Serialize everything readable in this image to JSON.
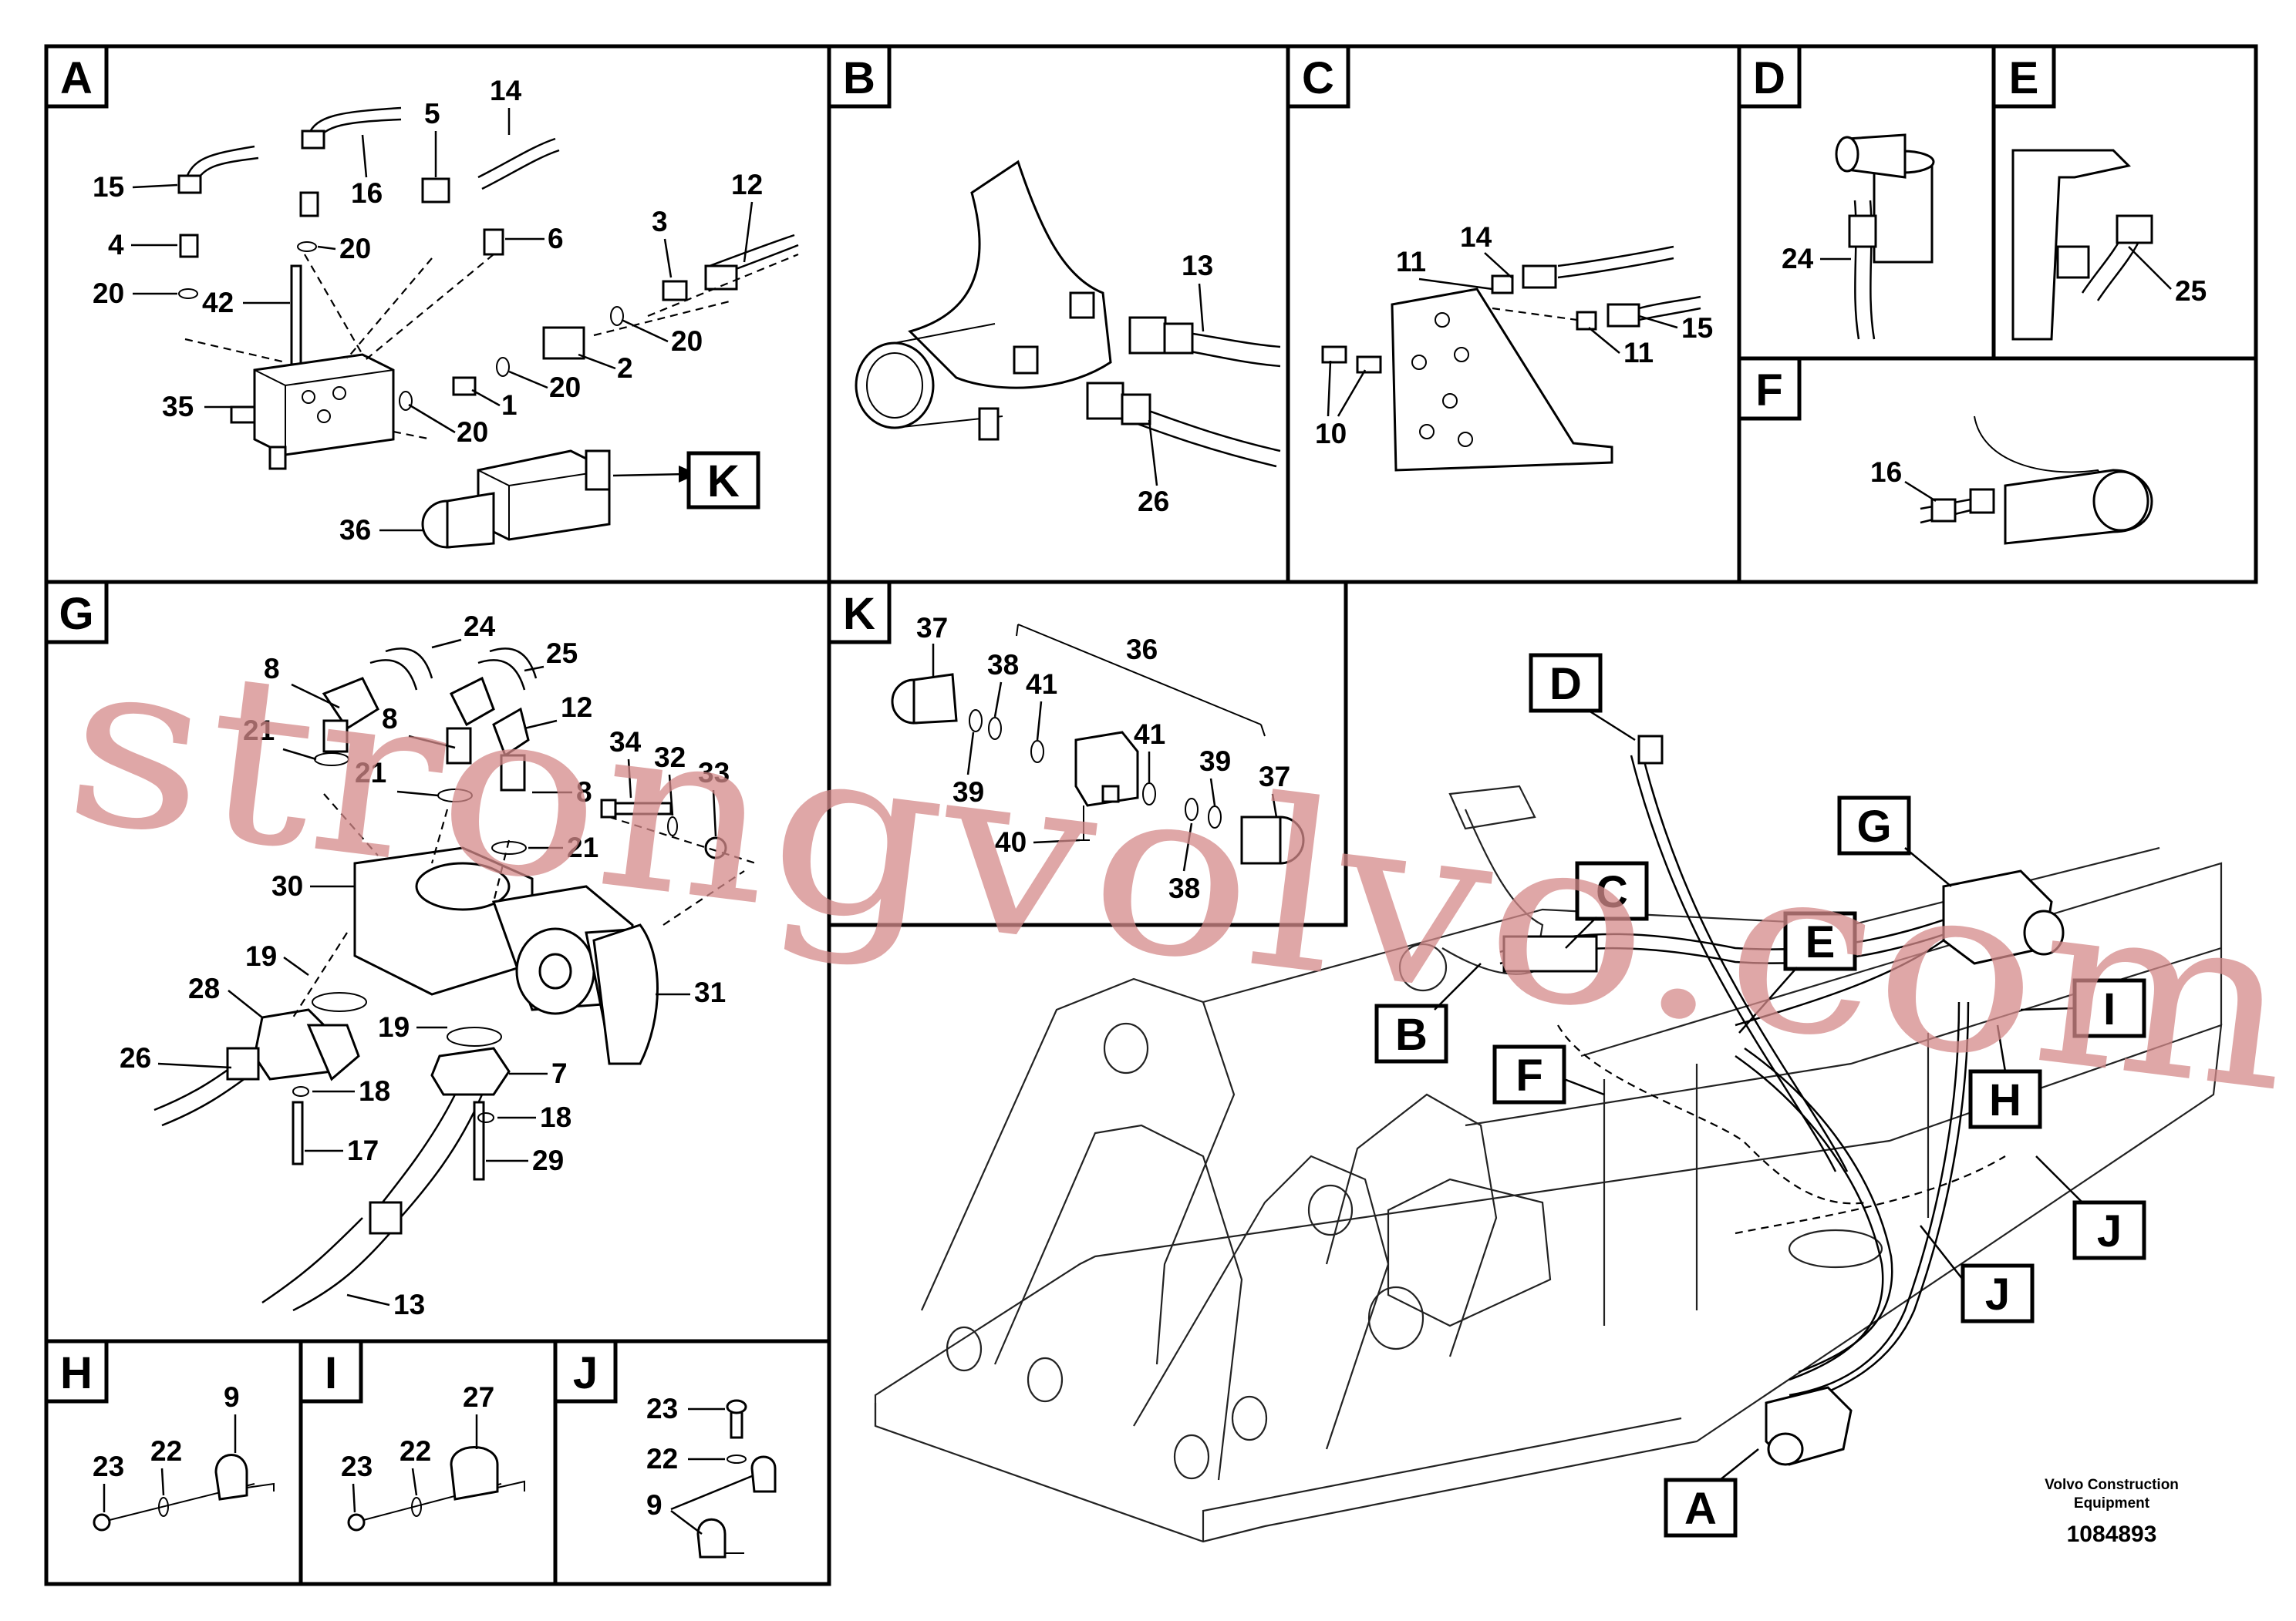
{
  "panels": {
    "A": {
      "letter": "A",
      "callouts": [
        "15",
        "4",
        "20",
        "42",
        "35",
        "36",
        "16",
        "5",
        "14",
        "6",
        "3",
        "12",
        "1",
        "2",
        "20",
        "20",
        "20",
        "20",
        "20",
        "4"
      ]
    },
    "B": {
      "letter": "B",
      "callouts": [
        "13",
        "26"
      ]
    },
    "C": {
      "letter": "C",
      "callouts": [
        "14",
        "11",
        "15",
        "11",
        "10"
      ]
    },
    "D": {
      "letter": "D",
      "callouts": [
        "24"
      ]
    },
    "E": {
      "letter": "E",
      "callouts": [
        "25"
      ]
    },
    "F": {
      "letter": "F",
      "callouts": [
        "16"
      ]
    },
    "G": {
      "letter": "G",
      "callouts": [
        "24",
        "25",
        "8",
        "12",
        "8",
        "21",
        "21",
        "8",
        "34",
        "32",
        "33",
        "21",
        "30",
        "31",
        "19",
        "28",
        "19",
        "26",
        "18",
        "7",
        "18",
        "17",
        "29",
        "13"
      ]
    },
    "K": {
      "letter": "K",
      "callouts": [
        "37",
        "38",
        "41",
        "36",
        "41",
        "39",
        "39",
        "37",
        "40",
        "38"
      ]
    },
    "H": {
      "letter": "H",
      "callouts": [
        "9",
        "22",
        "23"
      ]
    },
    "I": {
      "letter": "I",
      "callouts": [
        "27",
        "22",
        "23"
      ]
    },
    "J": {
      "letter": "J",
      "callouts": [
        "23",
        "22",
        "9"
      ]
    }
  },
  "labels": {
    "A": "A",
    "B": "B",
    "C": "C",
    "D": "D",
    "E": "E",
    "F": "F",
    "G": "G",
    "H": "H",
    "I": "I",
    "J": "J",
    "K": "K"
  },
  "footer": {
    "maker_line1": "Volvo Construction",
    "maker_line2": "Equipment",
    "drawing_number": "1084893"
  },
  "watermark": "strongvolvo.com",
  "colors": {
    "watermark": "#d58a8a",
    "line": "#000000"
  }
}
